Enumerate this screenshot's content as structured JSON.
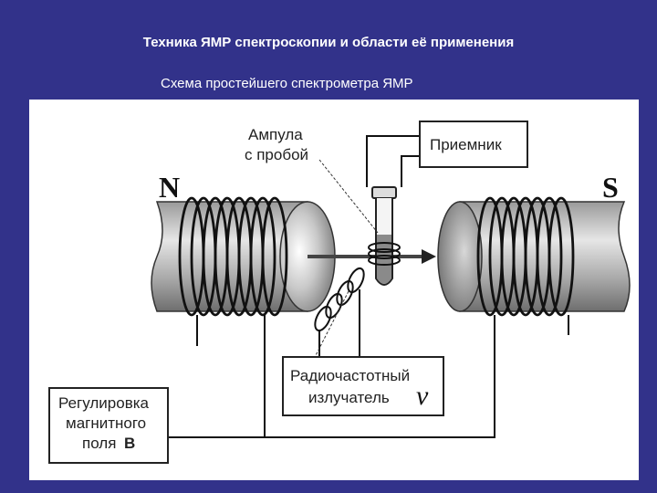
{
  "slide": {
    "title": "Техника ЯМР спектроскопии и области её применения",
    "subtitle": "Схема простейшего спектрометра ЯМР"
  },
  "diagram": {
    "sample_label_line1": "Ампула",
    "sample_label_line2": "с пробой",
    "receiver_label": "Приемник",
    "pole_north": "N",
    "pole_south": "S",
    "rf_label_line1": "Радиочастотный",
    "rf_label_line2": "излучатель",
    "rf_symbol": "ν",
    "field_control_line1": "Регулировка",
    "field_control_line2": "магнитного",
    "field_control_line3_text": "поля",
    "field_control_line3_symbol": "B"
  }
}
